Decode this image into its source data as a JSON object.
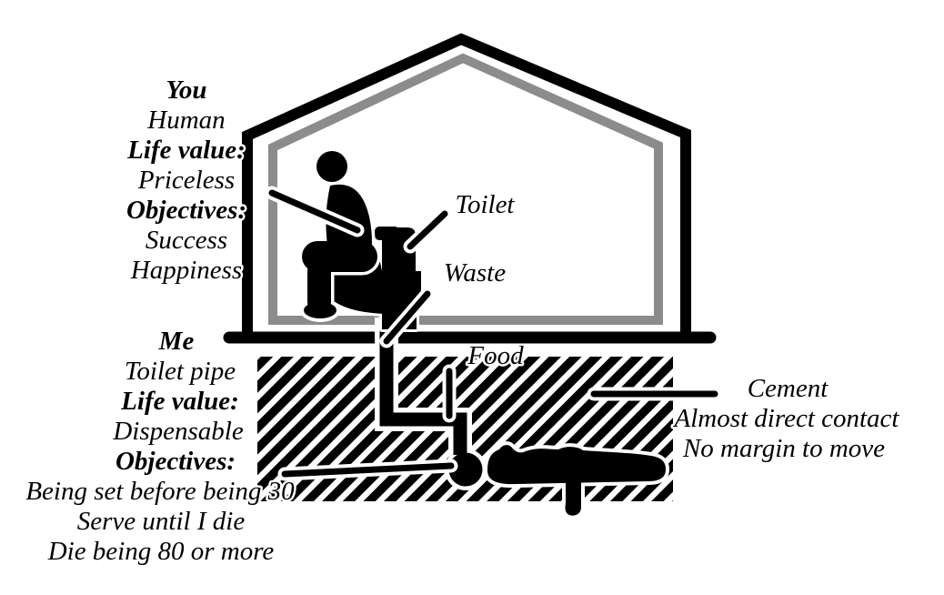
{
  "figure": {
    "upper_left_block": {
      "lines": [
        {
          "text": "You",
          "bold": true
        },
        {
          "text": "Human",
          "bold": false
        },
        {
          "text": "Life value:",
          "bold": true
        },
        {
          "text": "Priceless",
          "bold": false
        },
        {
          "text": "Objectives:",
          "bold": true
        },
        {
          "text": "Success",
          "bold": false
        },
        {
          "text": "Happiness",
          "bold": false
        }
      ]
    },
    "lower_left_block": {
      "lines": [
        {
          "text": "Me",
          "bold": true
        },
        {
          "text": "Toilet pipe",
          "bold": false
        },
        {
          "text": "Life value:",
          "bold": true
        },
        {
          "text": "Dispensable",
          "bold": false
        },
        {
          "text": "Objectives:",
          "bold": true
        },
        {
          "text": "Being set before being 30",
          "bold": false
        },
        {
          "text": "Serve until I die",
          "bold": false
        },
        {
          "text": "Die being 80 or more",
          "bold": false
        }
      ]
    },
    "right_block": {
      "lines": [
        {
          "text": "Cement"
        },
        {
          "text": "Almost direct contact"
        },
        {
          "text": "No margin to move"
        }
      ]
    },
    "callouts": {
      "toilet": "Toilet",
      "waste": "Waste",
      "food": "Food"
    }
  },
  "icons": {
    "house-icon": "double-outline-house-silhouette",
    "person-on-toilet-icon": "black-silhouette",
    "toilet-icon": "black-silhouette",
    "toilet-pipe-icon": "thick-black-elbow-pipe",
    "pipe-person-icon": "person-lying-embedded-in-cement",
    "cement-hatch": "diagonal-stripes"
  },
  "colors": {
    "ink": "#000000",
    "inner_outline_gray": "#8c8c8c",
    "background": "#ffffff"
  }
}
